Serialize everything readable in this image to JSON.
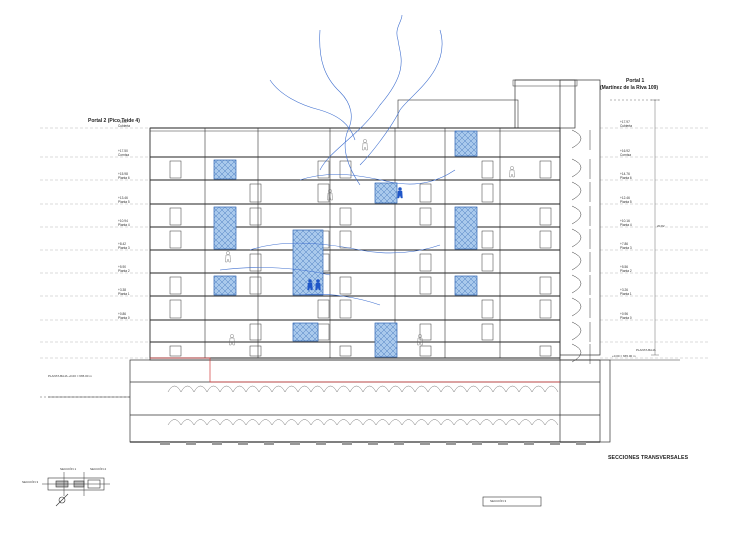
{
  "drawing": {
    "portal_left": "Portal 2 (Pico Teide 4)",
    "portal_right_line1": "Portal 1",
    "portal_right_line2": "(Martínez de la Riva 109)",
    "sheet_title": "SECCIONES TRANSVERSALES",
    "section_box_label": "SECCIÓN 3",
    "key_plan": {
      "label_1": "SECCIÓN 1",
      "label_2": "SECCIÓN 2",
      "label_3": "SECCIÓN 3"
    },
    "levels_left": [
      {
        "elev": "+19.07",
        "name": "Cubierta"
      },
      {
        "elev": "+17.50",
        "name": "Cornisa"
      },
      {
        "elev": "+15.98",
        "name": "Planta 6"
      },
      {
        "elev": "+13.46",
        "name": "Planta 5"
      },
      {
        "elev": "+10.94",
        "name": "Planta 4"
      },
      {
        "elev": "+8.42",
        "name": "Planta 3"
      },
      {
        "elev": "+5.90",
        "name": "Planta 2"
      },
      {
        "elev": "+3.38",
        "name": "Planta 1"
      },
      {
        "elev": "+0.86",
        "name": "Planta 0"
      }
    ],
    "levels_right": [
      {
        "elev": "+17.97",
        "name": "Cubierta"
      },
      {
        "elev": "+16.92",
        "name": "Cornisa"
      },
      {
        "elev": "+14.76",
        "name": "Planta 6"
      },
      {
        "elev": "+12.46",
        "name": "Planta 5"
      },
      {
        "elev": "+10.16",
        "name": "Planta 4"
      },
      {
        "elev": "+7.86",
        "name": "Planta 3"
      },
      {
        "elev": "+5.56",
        "name": "Planta 2"
      },
      {
        "elev": "+3.26",
        "name": "Planta 1"
      },
      {
        "elev": "+0.96",
        "name": "Planta 0"
      }
    ],
    "ground_left": "PLANTA BAJA +0.00 = 665.00 m",
    "ground_right": "+0.00 = 665.00 m",
    "planta_baja_right": "PLANTA BAJA",
    "total_height_dim": "20.82",
    "colors": {
      "line": "#333333",
      "blue_panel": "#a9c9ec",
      "blue_figure": "#1f56c8",
      "red_line": "#d23a3a",
      "sketch_line": "#3f6fcf"
    }
  }
}
